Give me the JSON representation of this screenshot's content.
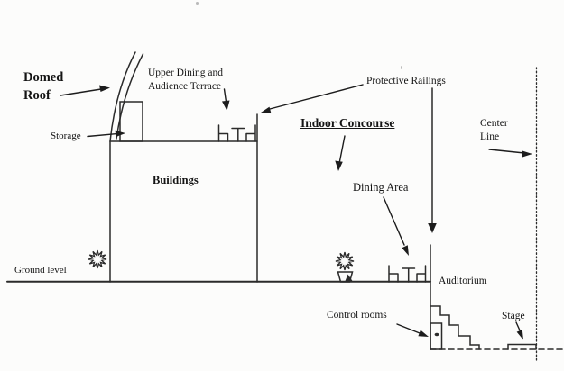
{
  "diagram": {
    "type": "architectural-section-sketch",
    "labels": {
      "domed_roof": "Domed\nRoof",
      "storage": "Storage",
      "upper_dining": "Upper Dining and\nAudience Terrace",
      "protective_railings": "Protective Railings",
      "indoor_concourse": "Indoor Concourse",
      "center_line": "Center\nLine",
      "buildings": "Buildings",
      "dining_area": "Dining Area",
      "ground_level": "Ground level",
      "auditorium": "Auditorium",
      "control_rooms": "Control rooms",
      "stage": "Stage"
    },
    "icons": {
      "burst": "burst-icon",
      "plant": "potted-plant-icon",
      "door_handle": "door-handle-dot-icon"
    },
    "colors": {
      "background": "#fcfcfb",
      "line": "#2b2b2b",
      "text": "#141414"
    }
  }
}
